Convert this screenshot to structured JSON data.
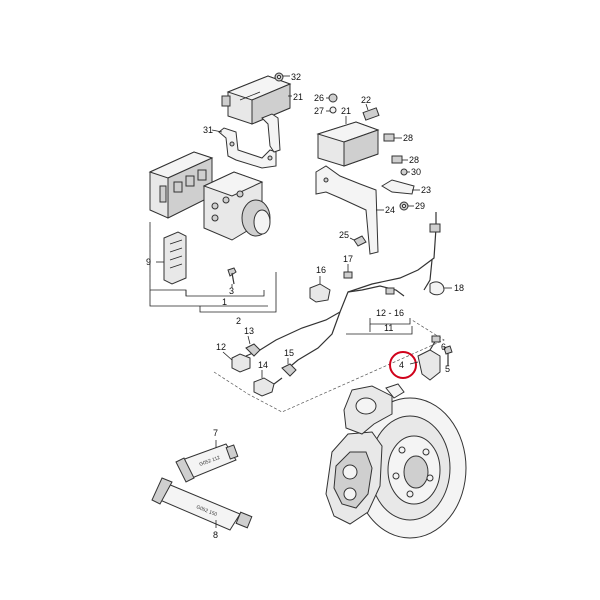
{
  "diagram": {
    "highlight_color": "#d0021b",
    "highlighted_part": "4",
    "callouts": {
      "c32": "32",
      "c21a": "21",
      "c26": "26",
      "c22": "22",
      "c27": "27",
      "c21b": "21",
      "c31": "31",
      "c28a": "28",
      "c28b": "28",
      "c30": "30",
      "c23": "23",
      "c24": "24",
      "c29": "29",
      "c25": "25",
      "c9": "9",
      "c3": "3",
      "c1": "1",
      "c2": "2",
      "c16": "16",
      "c17": "17",
      "c18": "18",
      "c12_16": "12 - 16",
      "c11": "11",
      "c13": "13",
      "c12": "12",
      "c14": "14",
      "c15": "15",
      "c4": "4",
      "c5": "5",
      "c6": "6",
      "c7": "7",
      "c8": "8"
    },
    "tube_labels": {
      "upper": "G052 112",
      "lower": "G052 150"
    }
  }
}
